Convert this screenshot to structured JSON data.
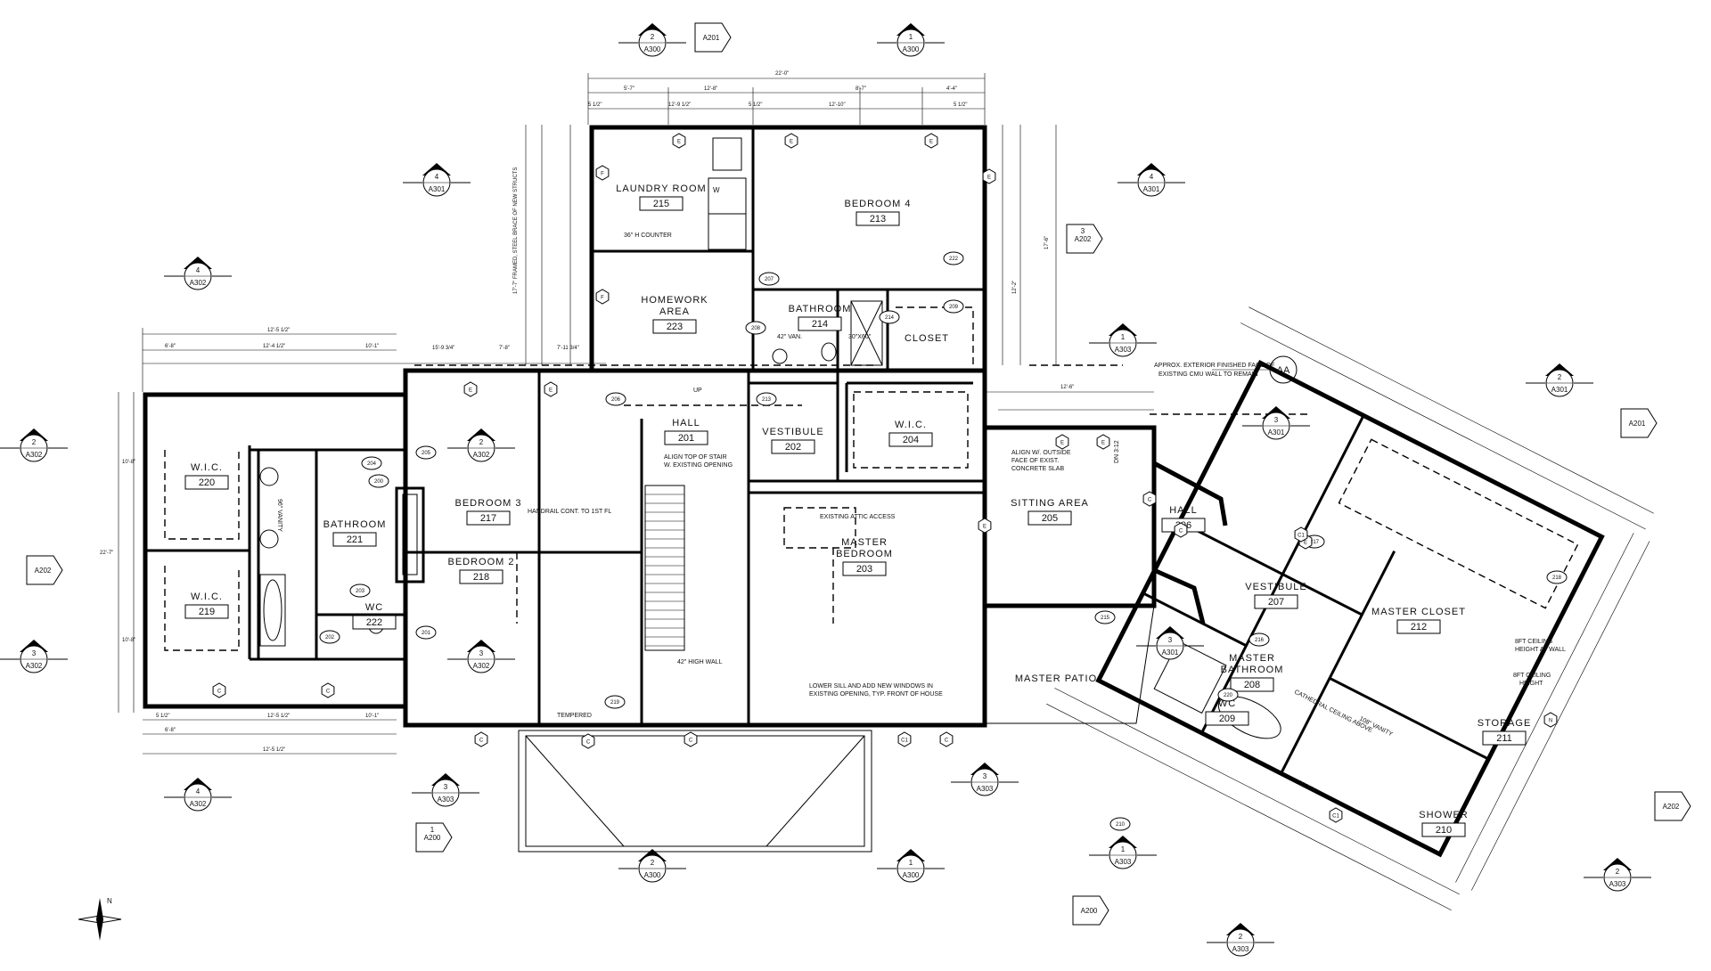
{
  "rooms": [
    {
      "id": "laundry",
      "name": "LAUNDRY ROOM",
      "number": "215"
    },
    {
      "id": "bed4",
      "name": "BEDROOM 4",
      "number": "213"
    },
    {
      "id": "homework",
      "name": "HOMEWORK",
      "name2": "AREA",
      "number": "223"
    },
    {
      "id": "bath214",
      "name": "BATHROOM",
      "number": "214"
    },
    {
      "id": "closet",
      "name": "CLOSET",
      "number": ""
    },
    {
      "id": "hall201",
      "name": "HALL",
      "number": "201"
    },
    {
      "id": "vest202",
      "name": "VESTIBULE",
      "number": "202"
    },
    {
      "id": "wic204",
      "name": "W.I.C.",
      "number": "204"
    },
    {
      "id": "wic220",
      "name": "W.I.C.",
      "number": "220"
    },
    {
      "id": "bath221",
      "name": "BATHROOM",
      "number": "221"
    },
    {
      "id": "wic219",
      "name": "W.I.C.",
      "number": "219"
    },
    {
      "id": "wc222",
      "name": "WC",
      "number": "222"
    },
    {
      "id": "bed3",
      "name": "BEDROOM 3",
      "number": "217"
    },
    {
      "id": "bed2",
      "name": "BEDROOM 2",
      "number": "218"
    },
    {
      "id": "master",
      "name": "MASTER",
      "name2": "BEDROOM",
      "number": "203"
    },
    {
      "id": "sitting",
      "name": "SITTING AREA",
      "number": "205"
    },
    {
      "id": "patio",
      "name": "MASTER PATIO",
      "number": ""
    },
    {
      "id": "hall206",
      "name": "HALL",
      "number": "206"
    },
    {
      "id": "vest207",
      "name": "VESTIBULE",
      "number": "207"
    },
    {
      "id": "mcloset",
      "name": "MASTER CLOSET",
      "number": "212"
    },
    {
      "id": "mbath",
      "name": "MASTER",
      "name2": "BATHROOM",
      "number": "208"
    },
    {
      "id": "wc209",
      "name": "WC",
      "number": "209"
    },
    {
      "id": "storage",
      "name": "STORAGE",
      "number": "211"
    },
    {
      "id": "shower",
      "name": "SHOWER",
      "number": "210"
    }
  ],
  "notes": {
    "counter": "36\" H COUNTER",
    "van": "42\" VAN.",
    "shower_size": "30\"X60\"",
    "align_stair": "ALIGN TOP OF STAIR",
    "align_stair2": "W. EXISTING OPENING",
    "handrail": "HANDRAIL CONT. TO 1ST FL",
    "attic": "EXISTING ATTIC ACCESS",
    "high_wall": "42\" HIGH WALL",
    "windows1": "LOWER SILL AND ADD NEW WINDOWS IN",
    "windows2": "EXISTING OPENING, TYP. FRONT OF HOUSE",
    "tempered": "TEMPERED",
    "align_out1": "ALIGN W/. OUTSIDE",
    "align_out2": "FACE OF EXIST.",
    "align_out3": "CONCRETE SLAB",
    "exterior1": "APPROX. EXTERIOR FINISHED FACE OF",
    "exterior2": "EXISTING CMU WALL TO REMAIN",
    "grid_aa": "AA",
    "cathedral": "CATHEDRAL CEILING ABOVE",
    "ceiling1": "8FT CEILING",
    "ceiling1b": "HEIGHT AT WALL",
    "ceiling2": "8FT CEILING",
    "ceiling2b": "HEIGHT",
    "vanity": "108\" VANITY",
    "vanity2": "96\" VANITY",
    "dn": "DN 3:12",
    "up": "UP",
    "tub": "30\"X60\""
  },
  "dimensions": {
    "top_overall": "22'-0\"",
    "left_overall": "22'-7\"",
    "bottom_left": "12'-5 1/2\""
  },
  "section_tags": [
    {
      "num": "2",
      "sheet": "A300"
    },
    {
      "num": "",
      "sheet": "A201"
    },
    {
      "num": "1",
      "sheet": "A300"
    },
    {
      "num": "4",
      "sheet": "A301"
    },
    {
      "num": "4",
      "sheet": "A301"
    },
    {
      "num": "4",
      "sheet": "A302"
    },
    {
      "num": "3",
      "sheet": "A202"
    },
    {
      "num": "1",
      "sheet": "A303"
    },
    {
      "num": "2",
      "sheet": "A302"
    },
    {
      "num": "2",
      "sheet": "A302"
    },
    {
      "num": "",
      "sheet": "A202"
    },
    {
      "num": "3",
      "sheet": "A302"
    },
    {
      "num": "3",
      "sheet": "A302"
    },
    {
      "num": "4",
      "sheet": "A302"
    },
    {
      "num": "3",
      "sheet": "A303"
    },
    {
      "num": "3",
      "sheet": "A303"
    },
    {
      "num": "1",
      "sheet": "A200"
    },
    {
      "num": "2",
      "sheet": "A300"
    },
    {
      "num": "1",
      "sheet": "A300"
    },
    {
      "num": "1",
      "sheet": "A303"
    },
    {
      "num": "3",
      "sheet": "A301"
    },
    {
      "num": "3",
      "sheet": "A301"
    },
    {
      "num": "2",
      "sheet": "A301"
    },
    {
      "num": "",
      "sheet": "A201"
    },
    {
      "num": "",
      "sheet": "A202"
    },
    {
      "num": "2",
      "sheet": "A303"
    },
    {
      "num": "",
      "sheet": "A200"
    },
    {
      "num": "2",
      "sheet": "A303"
    }
  ],
  "door_tags": [
    "206",
    "213",
    "207",
    "210",
    "208",
    "222",
    "214",
    "209",
    "205",
    "201",
    "204",
    "203",
    "202",
    "219",
    "200",
    "215",
    "217",
    "216",
    "218",
    "220"
  ],
  "elevation_marks": [
    "E",
    "E",
    "E",
    "E",
    "F",
    "F",
    "E",
    "E",
    "E",
    "E",
    "E",
    "C",
    "C",
    "C",
    "C",
    "C",
    "C1",
    "C",
    "C",
    "C",
    "E",
    "N",
    "C1",
    "C1"
  ],
  "compass": "N"
}
